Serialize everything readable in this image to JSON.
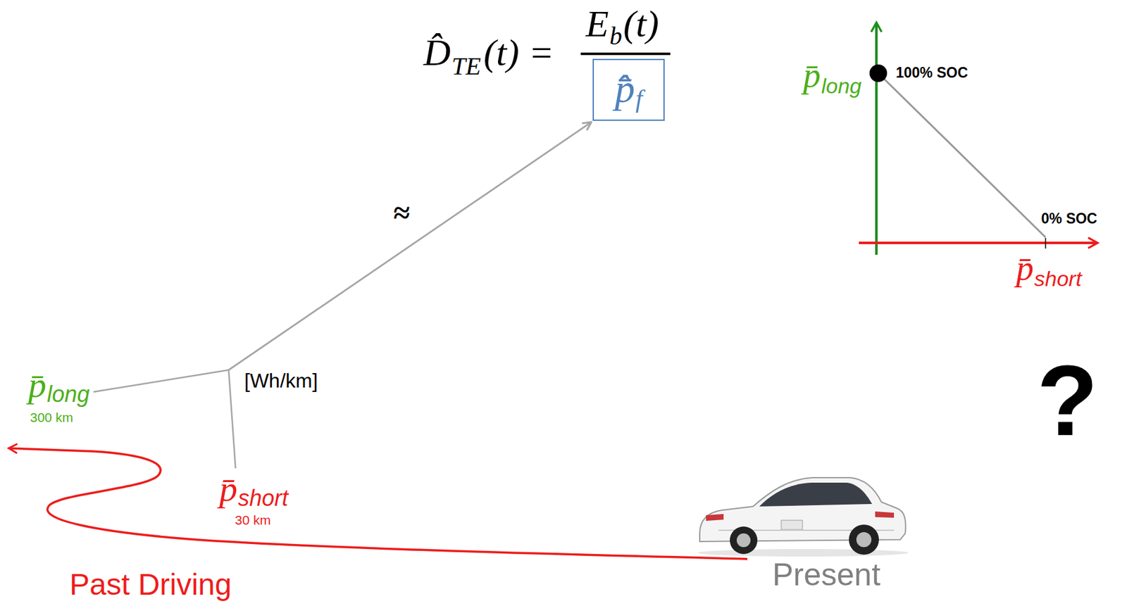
{
  "diagram": {
    "nodes": [
      {
        "text": [
          "p̄̂",
          "f"
        ]
      },
      {
        "text": [
          "p̄",
          "long",
          "300 km"
        ]
      },
      {
        "text": [
          "p̄",
          "short",
          "30 km"
        ]
      }
    ],
    "edges": [
      {
        "from": 1,
        "to": 0,
        "arrow": "to"
      },
      {
        "from": 2,
        "to": 0,
        "arrow": "to"
      }
    ],
    "labels": [
      "D̂",
      "TE",
      "(t) =",
      "E",
      "b",
      "(t)",
      "≈",
      "[Wh/km]",
      "p̄",
      "long",
      "100% SOC",
      "0% SOC",
      "p̄",
      "short",
      "?",
      "Past Driving",
      "Present"
    ]
  }
}
